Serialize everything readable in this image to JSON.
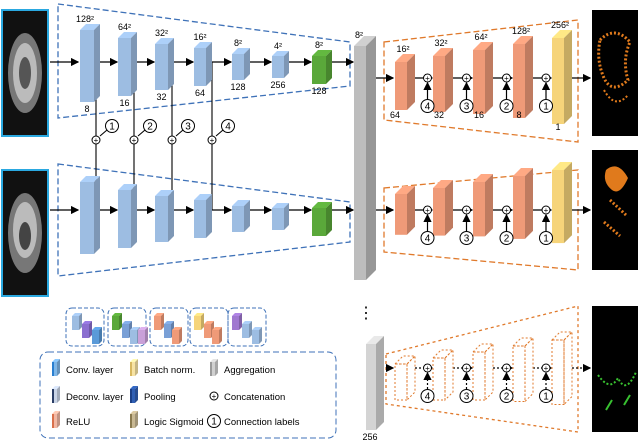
{
  "encoder_top": {
    "sizes": [
      "128²",
      "64²",
      "32²",
      "16²",
      "8²",
      "4²",
      "8²"
    ],
    "channels": [
      "8",
      "16",
      "32",
      "64",
      "128",
      "256",
      "128"
    ]
  },
  "aggregation": {
    "size": "8²",
    "channels": "256"
  },
  "decoder_top": {
    "sizes": [
      "16²",
      "32²",
      "64²",
      "128²",
      "256²"
    ],
    "channels": [
      "64",
      "32",
      "16",
      "8",
      "1"
    ]
  },
  "connection_labels": [
    "1",
    "2",
    "3",
    "4"
  ],
  "decoder_labels": [
    "4",
    "3",
    "2",
    "1"
  ],
  "plus_symbol": "+",
  "ellipsis": "⋮",
  "legend": [
    {
      "icon": "conv",
      "label": "Conv. layer"
    },
    {
      "icon": "batch",
      "label": "Batch norm."
    },
    {
      "icon": "agg",
      "label": "Aggregation"
    },
    {
      "icon": "deconv",
      "label": "Deconv. layer"
    },
    {
      "icon": "pool",
      "label": "Pooling"
    },
    {
      "icon": "concat",
      "label": "Concatenation"
    },
    {
      "icon": "relu",
      "label": "ReLU"
    },
    {
      "icon": "sigmoid",
      "label": "Logic Sigmoid"
    },
    {
      "icon": "clabel",
      "label": "Connection labels",
      "symbol": "1"
    }
  ],
  "colors": {
    "conv": "#9dbde2",
    "conv_dark": "#6f95c4",
    "pool": "#5aa83a",
    "relu": "#ef9a78",
    "relu_dark": "#d9704c",
    "sigmoid": "#f6d47a",
    "aggregation": "#bdbdbd",
    "blue_dash": "#3f72b8",
    "orange_dash": "#e07a2c"
  }
}
